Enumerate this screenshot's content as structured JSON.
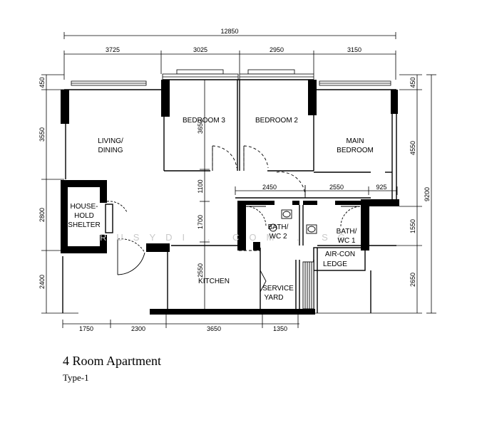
{
  "plan": {
    "dims_top_total": "12850",
    "dims_top": [
      "3725",
      "3025",
      "2950",
      "3150"
    ],
    "dims_bottom": [
      "1750",
      "2300",
      "3650",
      "1350"
    ],
    "dims_left": [
      "450",
      "3550",
      "2800",
      "2400"
    ],
    "dims_right_inner": [
      "450",
      "4550",
      "1550",
      "2650"
    ],
    "dims_right_total": "9200",
    "dims_internal": {
      "bed3_vertical": "3650",
      "corridor_vertical": "1100",
      "mid_vertical": "1700",
      "kitchen_vertical": "2550",
      "corridor_a": "2450",
      "corridor_b": "2550",
      "corridor_c": "925"
    },
    "rooms": {
      "bedroom3": "BEDROOM 3",
      "bedroom2": "BEDROOM 2",
      "living_l1": "LIVING/",
      "living_l2": "DINING",
      "main_l1": "MAIN",
      "main_l2": "BEDROOM",
      "shelter_l1": "HOUSE-",
      "shelter_l2": "HOLD",
      "shelter_l3": "SHELTER",
      "bath2_l1": "BATH/",
      "bath2_l2": "WC 2",
      "bath1_l1": "BATH/",
      "bath1_l2": "WC 1",
      "aircon_l1": "AIR-CON",
      "aircon_l2": "LEDGE",
      "kitchen": "KITCHEN",
      "yard_l1": "SERVICE",
      "yard_l2": "YARD"
    },
    "watermark": "RUSYDI . COM . SG"
  },
  "caption": {
    "title": "4 Room Apartment",
    "subtitle": "Type-1"
  }
}
